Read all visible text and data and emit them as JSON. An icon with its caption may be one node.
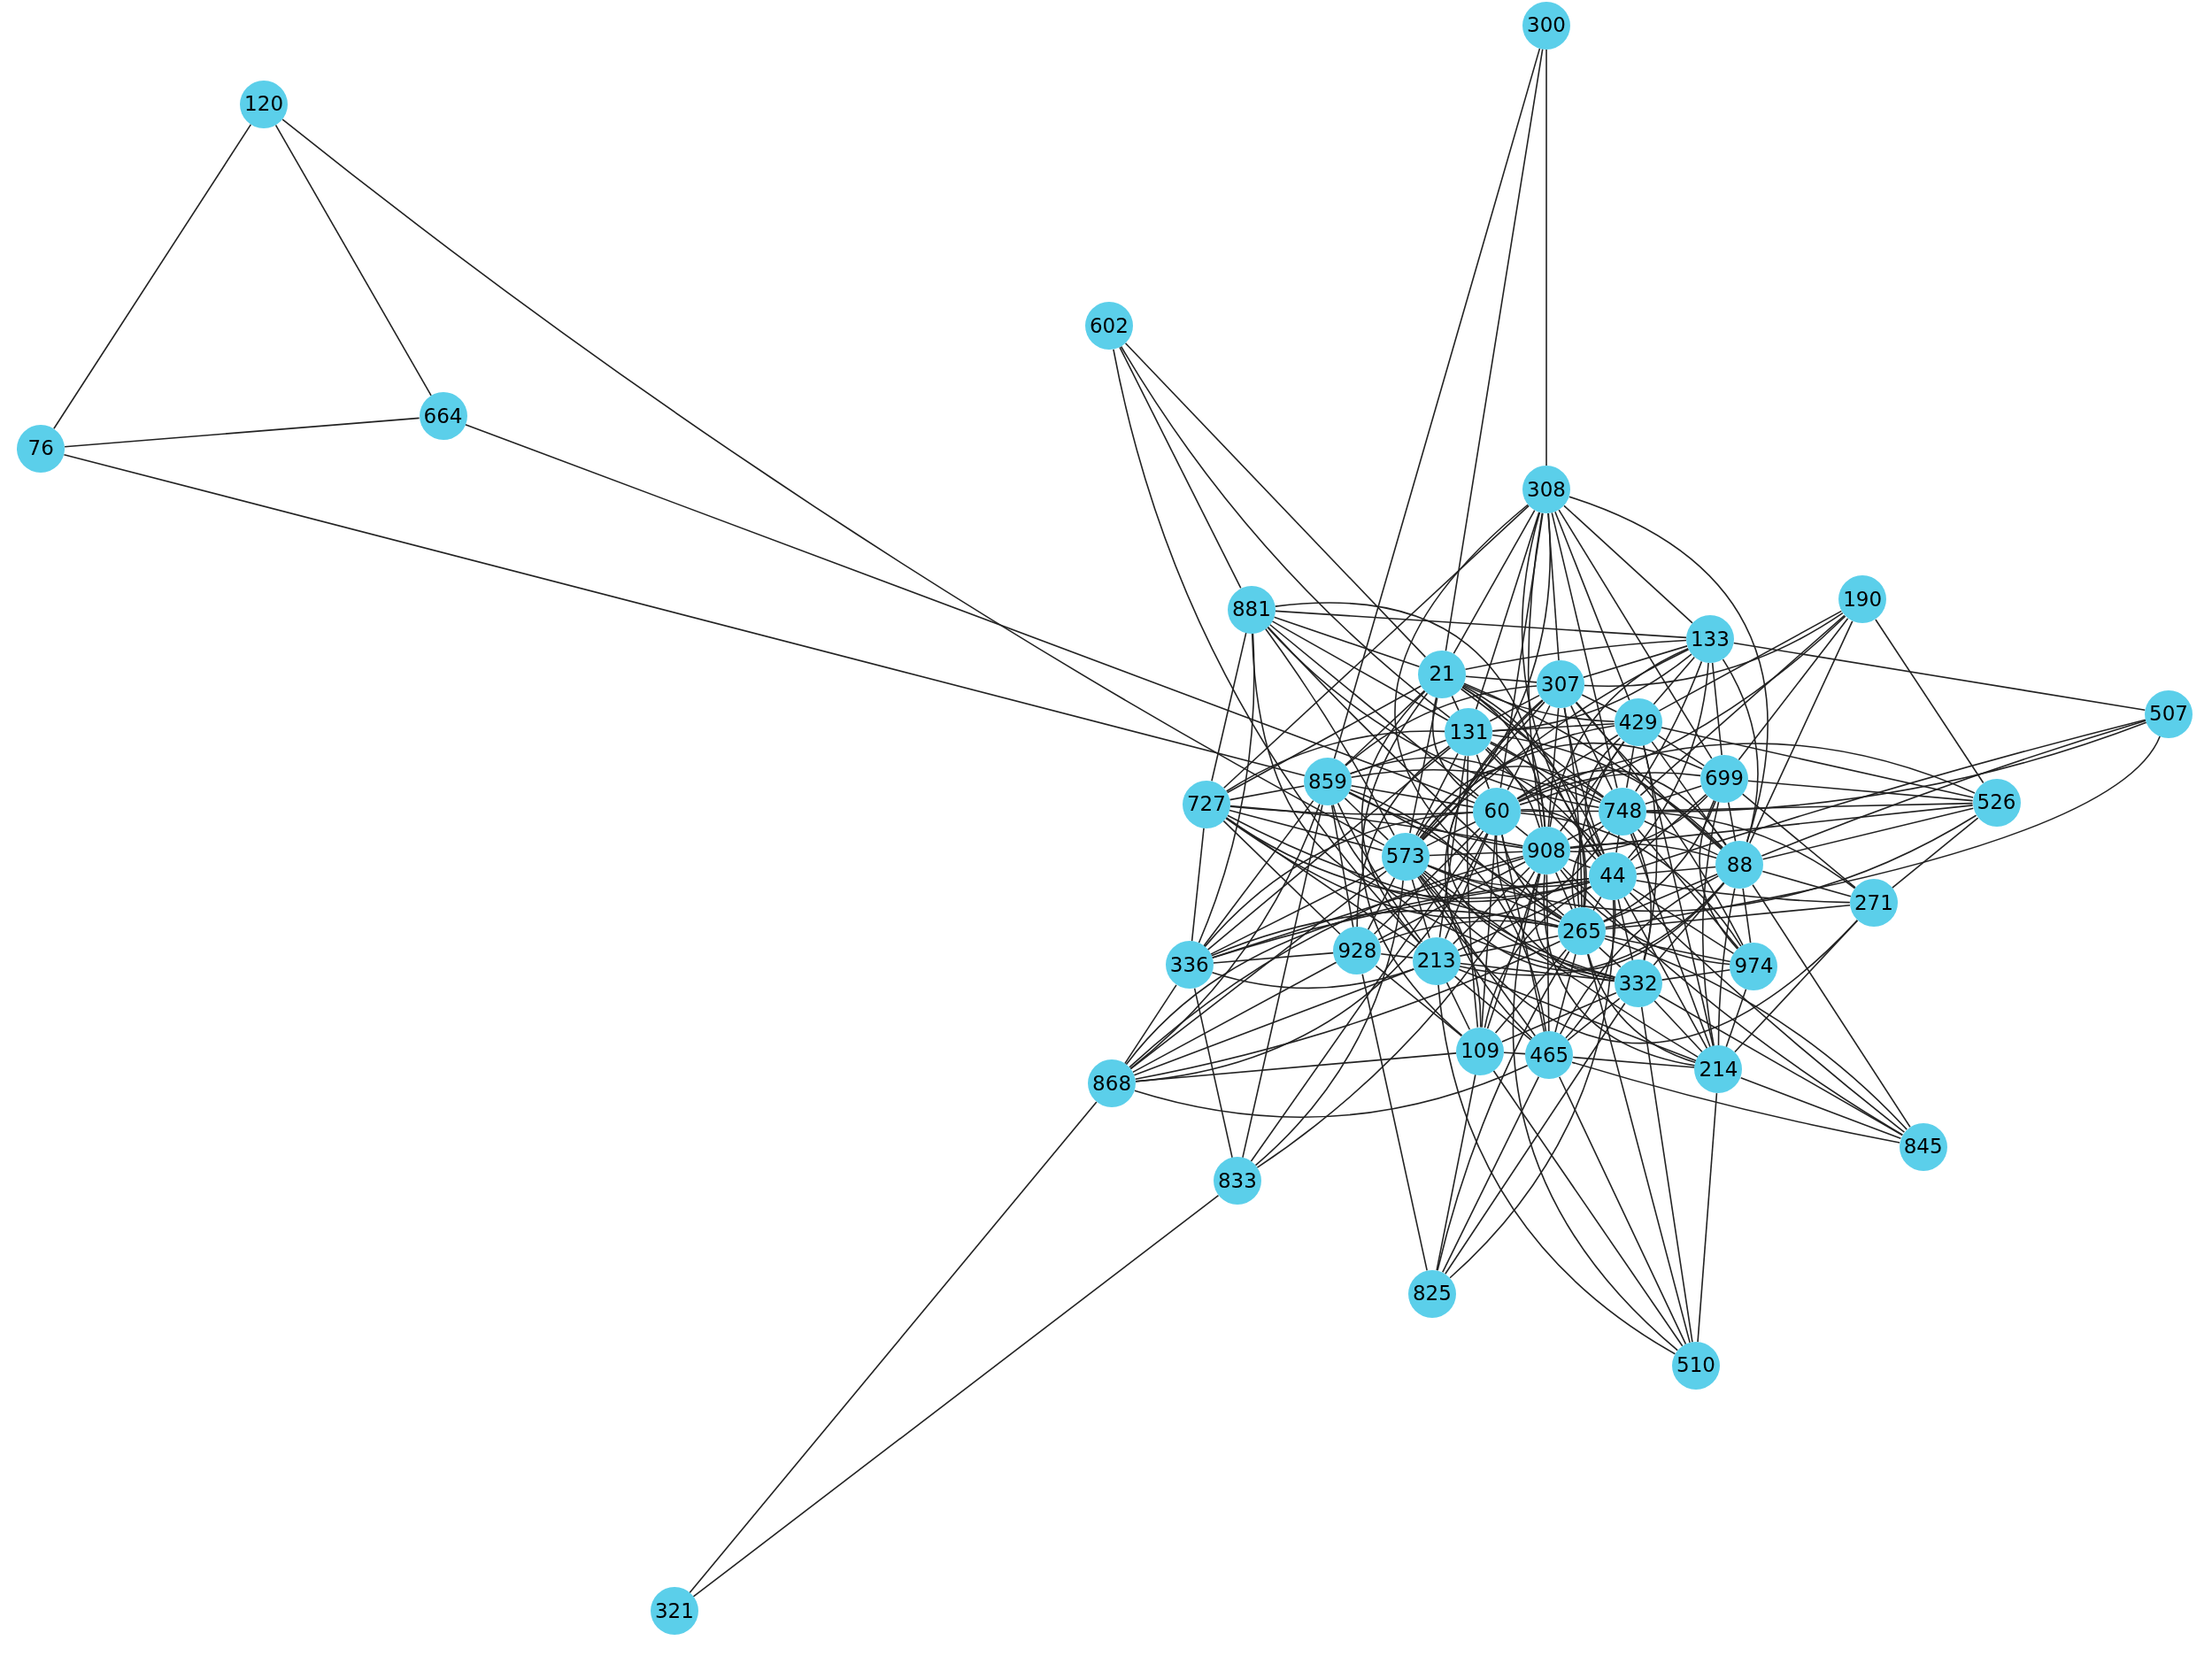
{
  "diagram": {
    "nodes": [
      {
        "text": [
          "300"
        ]
      },
      {
        "text": [
          "120"
        ]
      },
      {
        "text": [
          "602"
        ]
      },
      {
        "text": [
          "664"
        ]
      },
      {
        "text": [
          "76"
        ]
      },
      {
        "text": [
          "308"
        ]
      },
      {
        "text": [
          "190"
        ]
      },
      {
        "text": [
          "881"
        ]
      },
      {
        "text": [
          "133"
        ]
      },
      {
        "text": [
          "21"
        ]
      },
      {
        "text": [
          "307"
        ]
      },
      {
        "text": [
          "507"
        ]
      },
      {
        "text": [
          "429"
        ]
      },
      {
        "text": [
          "131"
        ]
      },
      {
        "text": [
          "699"
        ]
      },
      {
        "text": [
          "859"
        ]
      },
      {
        "text": [
          "526"
        ]
      },
      {
        "text": [
          "727"
        ]
      },
      {
        "text": [
          "60"
        ]
      },
      {
        "text": [
          "748"
        ]
      },
      {
        "text": [
          "908"
        ]
      },
      {
        "text": [
          "573"
        ]
      },
      {
        "text": [
          "88"
        ]
      },
      {
        "text": [
          "44"
        ]
      },
      {
        "text": [
          "271"
        ]
      },
      {
        "text": [
          "265"
        ]
      },
      {
        "text": [
          "928"
        ]
      },
      {
        "text": [
          "213"
        ]
      },
      {
        "text": [
          "336"
        ]
      },
      {
        "text": [
          "974"
        ]
      },
      {
        "text": [
          "332"
        ]
      },
      {
        "text": [
          "109"
        ]
      },
      {
        "text": [
          "465"
        ]
      },
      {
        "text": [
          "214"
        ]
      },
      {
        "text": [
          "868"
        ]
      },
      {
        "text": [
          "845"
        ]
      },
      {
        "text": [
          "833"
        ]
      },
      {
        "text": [
          "825"
        ]
      },
      {
        "text": [
          "510"
        ]
      },
      {
        "text": [
          "321"
        ]
      }
    ],
    "edges": [
      {
        "from": 1,
        "to": 4,
        "arrow": "none"
      },
      {
        "from": 1,
        "to": 3,
        "arrow": "none"
      },
      {
        "from": 3,
        "to": 4,
        "arrow": "none"
      },
      {
        "from": 1,
        "to": 21,
        "arrow": "none"
      },
      {
        "from": 3,
        "to": 18,
        "arrow": "none"
      },
      {
        "from": 4,
        "to": 15,
        "arrow": "none"
      },
      {
        "from": 0,
        "to": 5,
        "arrow": "none"
      },
      {
        "from": 0,
        "to": 9,
        "arrow": "none"
      },
      {
        "from": 0,
        "to": 15,
        "arrow": "none"
      },
      {
        "from": 2,
        "to": 7,
        "arrow": "none"
      },
      {
        "from": 2,
        "to": 27,
        "arrow": "none"
      },
      {
        "from": 2,
        "to": 13,
        "arrow": "none"
      },
      {
        "from": 2,
        "to": 9,
        "arrow": "none"
      },
      {
        "from": 5,
        "to": 17,
        "arrow": "none"
      },
      {
        "from": 5,
        "to": 9,
        "arrow": "none"
      },
      {
        "from": 5,
        "to": 13,
        "arrow": "none"
      },
      {
        "from": 5,
        "to": 10,
        "arrow": "none"
      },
      {
        "from": 5,
        "to": 18,
        "arrow": "none"
      },
      {
        "from": 5,
        "to": 20,
        "arrow": "none"
      },
      {
        "from": 5,
        "to": 23,
        "arrow": "none"
      },
      {
        "from": 5,
        "to": 25,
        "arrow": "none"
      },
      {
        "from": 5,
        "to": 12,
        "arrow": "none"
      },
      {
        "from": 5,
        "to": 19,
        "arrow": "none"
      },
      {
        "from": 5,
        "to": 8,
        "arrow": "none"
      },
      {
        "from": 5,
        "to": 21,
        "arrow": "none"
      },
      {
        "from": 5,
        "to": 22,
        "arrow": "none"
      },
      {
        "from": 5,
        "to": 14,
        "arrow": "none"
      },
      {
        "from": 6,
        "to": 12,
        "arrow": "none"
      },
      {
        "from": 6,
        "to": 19,
        "arrow": "none"
      },
      {
        "from": 6,
        "to": 18,
        "arrow": "none"
      },
      {
        "from": 6,
        "to": 14,
        "arrow": "none"
      },
      {
        "from": 6,
        "to": 22,
        "arrow": "none"
      },
      {
        "from": 6,
        "to": 16,
        "arrow": "none"
      },
      {
        "from": 6,
        "to": 10,
        "arrow": "none"
      },
      {
        "from": 8,
        "to": 7,
        "arrow": "none"
      },
      {
        "from": 8,
        "to": 9,
        "arrow": "none"
      },
      {
        "from": 8,
        "to": 10,
        "arrow": "none"
      },
      {
        "from": 8,
        "to": 13,
        "arrow": "none"
      },
      {
        "from": 8,
        "to": 12,
        "arrow": "none"
      },
      {
        "from": 8,
        "to": 14,
        "arrow": "none"
      },
      {
        "from": 8,
        "to": 19,
        "arrow": "none"
      },
      {
        "from": 8,
        "to": 23,
        "arrow": "none"
      },
      {
        "from": 8,
        "to": 20,
        "arrow": "none"
      },
      {
        "from": 8,
        "to": 22,
        "arrow": "none"
      },
      {
        "from": 8,
        "to": 11,
        "arrow": "none"
      },
      {
        "from": 8,
        "to": 21,
        "arrow": "none"
      },
      {
        "from": 7,
        "to": 17,
        "arrow": "none"
      },
      {
        "from": 7,
        "to": 9,
        "arrow": "none"
      },
      {
        "from": 7,
        "to": 13,
        "arrow": "none"
      },
      {
        "from": 7,
        "to": 18,
        "arrow": "none"
      },
      {
        "from": 7,
        "to": 20,
        "arrow": "none"
      },
      {
        "from": 7,
        "to": 21,
        "arrow": "none"
      },
      {
        "from": 7,
        "to": 23,
        "arrow": "none"
      },
      {
        "from": 7,
        "to": 19,
        "arrow": "none"
      },
      {
        "from": 7,
        "to": 25,
        "arrow": "none"
      },
      {
        "from": 7,
        "to": 28,
        "arrow": "none"
      },
      {
        "from": 11,
        "to": 22,
        "arrow": "none"
      },
      {
        "from": 11,
        "to": 19,
        "arrow": "none"
      },
      {
        "from": 11,
        "to": 23,
        "arrow": "none"
      },
      {
        "from": 11,
        "to": 25,
        "arrow": "none"
      },
      {
        "from": 16,
        "to": 12,
        "arrow": "none"
      },
      {
        "from": 16,
        "to": 24,
        "arrow": "none"
      },
      {
        "from": 16,
        "to": 22,
        "arrow": "none"
      },
      {
        "from": 16,
        "to": 19,
        "arrow": "none"
      },
      {
        "from": 16,
        "to": 18,
        "arrow": "none"
      },
      {
        "from": 16,
        "to": 20,
        "arrow": "none"
      },
      {
        "from": 16,
        "to": 21,
        "arrow": "none"
      },
      {
        "from": 16,
        "to": 14,
        "arrow": "none"
      },
      {
        "from": 24,
        "to": 33,
        "arrow": "none"
      },
      {
        "from": 24,
        "to": 22,
        "arrow": "none"
      },
      {
        "from": 24,
        "to": 23,
        "arrow": "none"
      },
      {
        "from": 24,
        "to": 25,
        "arrow": "none"
      },
      {
        "from": 24,
        "to": 14,
        "arrow": "none"
      },
      {
        "from": 24,
        "to": 21,
        "arrow": "none"
      },
      {
        "from": 24,
        "to": 19,
        "arrow": "none"
      },
      {
        "from": 35,
        "to": 33,
        "arrow": "none"
      },
      {
        "from": 35,
        "to": 30,
        "arrow": "none"
      },
      {
        "from": 35,
        "to": 25,
        "arrow": "none"
      },
      {
        "from": 35,
        "to": 23,
        "arrow": "none"
      },
      {
        "from": 35,
        "to": 20,
        "arrow": "none"
      },
      {
        "from": 35,
        "to": 32,
        "arrow": "none"
      },
      {
        "from": 35,
        "to": 22,
        "arrow": "none"
      },
      {
        "from": 38,
        "to": 33,
        "arrow": "none"
      },
      {
        "from": 38,
        "to": 31,
        "arrow": "none"
      },
      {
        "from": 38,
        "to": 27,
        "arrow": "none"
      },
      {
        "from": 38,
        "to": 25,
        "arrow": "none"
      },
      {
        "from": 38,
        "to": 30,
        "arrow": "none"
      },
      {
        "from": 38,
        "to": 32,
        "arrow": "none"
      },
      {
        "from": 38,
        "to": 20,
        "arrow": "none"
      },
      {
        "from": 37,
        "to": 31,
        "arrow": "none"
      },
      {
        "from": 37,
        "to": 32,
        "arrow": "none"
      },
      {
        "from": 37,
        "to": 30,
        "arrow": "none"
      },
      {
        "from": 37,
        "to": 26,
        "arrow": "none"
      },
      {
        "from": 37,
        "to": 25,
        "arrow": "none"
      },
      {
        "from": 37,
        "to": 23,
        "arrow": "none"
      },
      {
        "from": 36,
        "to": 28,
        "arrow": "none"
      },
      {
        "from": 36,
        "to": 20,
        "arrow": "none"
      },
      {
        "from": 36,
        "to": 15,
        "arrow": "none"
      },
      {
        "from": 36,
        "to": 18,
        "arrow": "none"
      },
      {
        "from": 36,
        "to": 21,
        "arrow": "none"
      },
      {
        "from": 36,
        "to": 39,
        "arrow": "none"
      },
      {
        "from": 39,
        "to": 34,
        "arrow": "none"
      },
      {
        "from": 34,
        "to": 28,
        "arrow": "none"
      },
      {
        "from": 34,
        "to": 15,
        "arrow": "none"
      },
      {
        "from": 34,
        "to": 21,
        "arrow": "none"
      },
      {
        "from": 34,
        "to": 26,
        "arrow": "none"
      },
      {
        "from": 34,
        "to": 27,
        "arrow": "none"
      },
      {
        "from": 34,
        "to": 20,
        "arrow": "none"
      },
      {
        "from": 34,
        "to": 18,
        "arrow": "none"
      },
      {
        "from": 34,
        "to": 25,
        "arrow": "none"
      },
      {
        "from": 34,
        "to": 31,
        "arrow": "none"
      },
      {
        "from": 34,
        "to": 32,
        "arrow": "none"
      },
      {
        "from": 34,
        "to": 23,
        "arrow": "none"
      },
      {
        "from": 28,
        "to": 17,
        "arrow": "none"
      },
      {
        "from": 28,
        "to": 15,
        "arrow": "none"
      },
      {
        "from": 28,
        "to": 13,
        "arrow": "none"
      },
      {
        "from": 28,
        "to": 21,
        "arrow": "none"
      },
      {
        "from": 28,
        "to": 18,
        "arrow": "none"
      },
      {
        "from": 28,
        "to": 20,
        "arrow": "none"
      },
      {
        "from": 28,
        "to": 26,
        "arrow": "none"
      },
      {
        "from": 28,
        "to": 27,
        "arrow": "none"
      },
      {
        "from": 28,
        "to": 25,
        "arrow": "none"
      },
      {
        "from": 28,
        "to": 23,
        "arrow": "none"
      },
      {
        "from": 17,
        "to": 9,
        "arrow": "none"
      },
      {
        "from": 17,
        "to": 15,
        "arrow": "none"
      },
      {
        "from": 17,
        "to": 13,
        "arrow": "none"
      },
      {
        "from": 17,
        "to": 18,
        "arrow": "none"
      },
      {
        "from": 17,
        "to": 20,
        "arrow": "none"
      },
      {
        "from": 17,
        "to": 21,
        "arrow": "none"
      },
      {
        "from": 17,
        "to": 23,
        "arrow": "none"
      },
      {
        "from": 17,
        "to": 19,
        "arrow": "none"
      },
      {
        "from": 17,
        "to": 26,
        "arrow": "none"
      },
      {
        "from": 17,
        "to": 27,
        "arrow": "none"
      },
      {
        "from": 17,
        "to": 25,
        "arrow": "none"
      },
      {
        "from": 9,
        "to": 10,
        "arrow": "none"
      },
      {
        "from": 9,
        "to": 13,
        "arrow": "none"
      },
      {
        "from": 9,
        "to": 12,
        "arrow": "none"
      },
      {
        "from": 9,
        "to": 18,
        "arrow": "none"
      },
      {
        "from": 9,
        "to": 20,
        "arrow": "none"
      },
      {
        "from": 9,
        "to": 21,
        "arrow": "none"
      },
      {
        "from": 9,
        "to": 19,
        "arrow": "none"
      },
      {
        "from": 9,
        "to": 23,
        "arrow": "none"
      },
      {
        "from": 9,
        "to": 25,
        "arrow": "none"
      },
      {
        "from": 9,
        "to": 15,
        "arrow": "none"
      },
      {
        "from": 9,
        "to": 27,
        "arrow": "none"
      },
      {
        "from": 9,
        "to": 31,
        "arrow": "none"
      },
      {
        "from": 9,
        "to": 22,
        "arrow": "none"
      },
      {
        "from": 10,
        "to": 12,
        "arrow": "none"
      },
      {
        "from": 10,
        "to": 13,
        "arrow": "none"
      },
      {
        "from": 10,
        "to": 18,
        "arrow": "none"
      },
      {
        "from": 10,
        "to": 20,
        "arrow": "none"
      },
      {
        "from": 10,
        "to": 21,
        "arrow": "none"
      },
      {
        "from": 10,
        "to": 19,
        "arrow": "none"
      },
      {
        "from": 10,
        "to": 23,
        "arrow": "none"
      },
      {
        "from": 10,
        "to": 22,
        "arrow": "none"
      },
      {
        "from": 10,
        "to": 25,
        "arrow": "none"
      },
      {
        "from": 10,
        "to": 30,
        "arrow": "none"
      },
      {
        "from": 10,
        "to": 32,
        "arrow": "none"
      },
      {
        "from": 10,
        "to": 15,
        "arrow": "none"
      },
      {
        "from": 10,
        "to": 29,
        "arrow": "none"
      },
      {
        "from": 12,
        "to": 13,
        "arrow": "none"
      },
      {
        "from": 12,
        "to": 18,
        "arrow": "none"
      },
      {
        "from": 12,
        "to": 20,
        "arrow": "none"
      },
      {
        "from": 12,
        "to": 19,
        "arrow": "none"
      },
      {
        "from": 12,
        "to": 14,
        "arrow": "none"
      },
      {
        "from": 12,
        "to": 23,
        "arrow": "none"
      },
      {
        "from": 12,
        "to": 22,
        "arrow": "none"
      },
      {
        "from": 12,
        "to": 25,
        "arrow": "none"
      },
      {
        "from": 12,
        "to": 21,
        "arrow": "none"
      },
      {
        "from": 12,
        "to": 30,
        "arrow": "none"
      },
      {
        "from": 12,
        "to": 33,
        "arrow": "none"
      },
      {
        "from": 13,
        "to": 15,
        "arrow": "none"
      },
      {
        "from": 13,
        "to": 18,
        "arrow": "none"
      },
      {
        "from": 13,
        "to": 20,
        "arrow": "none"
      },
      {
        "from": 13,
        "to": 21,
        "arrow": "none"
      },
      {
        "from": 13,
        "to": 19,
        "arrow": "none"
      },
      {
        "from": 13,
        "to": 23,
        "arrow": "none"
      },
      {
        "from": 13,
        "to": 25,
        "arrow": "none"
      },
      {
        "from": 13,
        "to": 27,
        "arrow": "none"
      },
      {
        "from": 13,
        "to": 31,
        "arrow": "none"
      },
      {
        "from": 13,
        "to": 26,
        "arrow": "none"
      },
      {
        "from": 13,
        "to": 22,
        "arrow": "none"
      },
      {
        "from": 14,
        "to": 19,
        "arrow": "none"
      },
      {
        "from": 14,
        "to": 20,
        "arrow": "none"
      },
      {
        "from": 14,
        "to": 22,
        "arrow": "none"
      },
      {
        "from": 14,
        "to": 23,
        "arrow": "none"
      },
      {
        "from": 14,
        "to": 25,
        "arrow": "none"
      },
      {
        "from": 14,
        "to": 29,
        "arrow": "none"
      },
      {
        "from": 14,
        "to": 18,
        "arrow": "none"
      },
      {
        "from": 14,
        "to": 21,
        "arrow": "none"
      },
      {
        "from": 14,
        "to": 33,
        "arrow": "none"
      },
      {
        "from": 15,
        "to": 18,
        "arrow": "none"
      },
      {
        "from": 15,
        "to": 20,
        "arrow": "none"
      },
      {
        "from": 15,
        "to": 21,
        "arrow": "none"
      },
      {
        "from": 15,
        "to": 23,
        "arrow": "none"
      },
      {
        "from": 15,
        "to": 25,
        "arrow": "none"
      },
      {
        "from": 15,
        "to": 26,
        "arrow": "none"
      },
      {
        "from": 15,
        "to": 27,
        "arrow": "none"
      },
      {
        "from": 15,
        "to": 30,
        "arrow": "none"
      },
      {
        "from": 15,
        "to": 32,
        "arrow": "none"
      },
      {
        "from": 15,
        "to": 19,
        "arrow": "none"
      },
      {
        "from": 18,
        "to": 20,
        "arrow": "none"
      },
      {
        "from": 18,
        "to": 19,
        "arrow": "none"
      },
      {
        "from": 18,
        "to": 21,
        "arrow": "none"
      },
      {
        "from": 18,
        "to": 23,
        "arrow": "none"
      },
      {
        "from": 18,
        "to": 22,
        "arrow": "none"
      },
      {
        "from": 18,
        "to": 25,
        "arrow": "none"
      },
      {
        "from": 18,
        "to": 27,
        "arrow": "none"
      },
      {
        "from": 18,
        "to": 30,
        "arrow": "none"
      },
      {
        "from": 18,
        "to": 31,
        "arrow": "none"
      },
      {
        "from": 18,
        "to": 32,
        "arrow": "none"
      },
      {
        "from": 18,
        "to": 26,
        "arrow": "none"
      },
      {
        "from": 18,
        "to": 29,
        "arrow": "none"
      },
      {
        "from": 19,
        "to": 20,
        "arrow": "none"
      },
      {
        "from": 19,
        "to": 22,
        "arrow": "none"
      },
      {
        "from": 19,
        "to": 23,
        "arrow": "none"
      },
      {
        "from": 19,
        "to": 25,
        "arrow": "none"
      },
      {
        "from": 19,
        "to": 21,
        "arrow": "none"
      },
      {
        "from": 19,
        "to": 30,
        "arrow": "none"
      },
      {
        "from": 19,
        "to": 33,
        "arrow": "none"
      },
      {
        "from": 19,
        "to": 29,
        "arrow": "none"
      },
      {
        "from": 20,
        "to": 21,
        "arrow": "none"
      },
      {
        "from": 20,
        "to": 22,
        "arrow": "none"
      },
      {
        "from": 20,
        "to": 23,
        "arrow": "none"
      },
      {
        "from": 20,
        "to": 25,
        "arrow": "none"
      },
      {
        "from": 20,
        "to": 27,
        "arrow": "none"
      },
      {
        "from": 20,
        "to": 30,
        "arrow": "none"
      },
      {
        "from": 20,
        "to": 31,
        "arrow": "none"
      },
      {
        "from": 20,
        "to": 32,
        "arrow": "none"
      },
      {
        "from": 20,
        "to": 33,
        "arrow": "none"
      },
      {
        "from": 20,
        "to": 26,
        "arrow": "none"
      },
      {
        "from": 20,
        "to": 29,
        "arrow": "none"
      },
      {
        "from": 21,
        "to": 23,
        "arrow": "none"
      },
      {
        "from": 21,
        "to": 22,
        "arrow": "none"
      },
      {
        "from": 21,
        "to": 25,
        "arrow": "none"
      },
      {
        "from": 21,
        "to": 27,
        "arrow": "none"
      },
      {
        "from": 21,
        "to": 26,
        "arrow": "none"
      },
      {
        "from": 21,
        "to": 30,
        "arrow": "none"
      },
      {
        "from": 21,
        "to": 31,
        "arrow": "none"
      },
      {
        "from": 21,
        "to": 32,
        "arrow": "none"
      },
      {
        "from": 21,
        "to": 33,
        "arrow": "none"
      },
      {
        "from": 22,
        "to": 23,
        "arrow": "none"
      },
      {
        "from": 22,
        "to": 25,
        "arrow": "none"
      },
      {
        "from": 22,
        "to": 29,
        "arrow": "none"
      },
      {
        "from": 22,
        "to": 30,
        "arrow": "none"
      },
      {
        "from": 22,
        "to": 33,
        "arrow": "none"
      },
      {
        "from": 22,
        "to": 27,
        "arrow": "none"
      },
      {
        "from": 22,
        "to": 32,
        "arrow": "none"
      },
      {
        "from": 23,
        "to": 25,
        "arrow": "none"
      },
      {
        "from": 23,
        "to": 30,
        "arrow": "none"
      },
      {
        "from": 23,
        "to": 27,
        "arrow": "none"
      },
      {
        "from": 23,
        "to": 29,
        "arrow": "none"
      },
      {
        "from": 23,
        "to": 33,
        "arrow": "none"
      },
      {
        "from": 23,
        "to": 32,
        "arrow": "none"
      },
      {
        "from": 23,
        "to": 31,
        "arrow": "none"
      },
      {
        "from": 25,
        "to": 27,
        "arrow": "none"
      },
      {
        "from": 25,
        "to": 30,
        "arrow": "none"
      },
      {
        "from": 25,
        "to": 31,
        "arrow": "none"
      },
      {
        "from": 25,
        "to": 32,
        "arrow": "none"
      },
      {
        "from": 25,
        "to": 33,
        "arrow": "none"
      },
      {
        "from": 25,
        "to": 29,
        "arrow": "none"
      },
      {
        "from": 25,
        "to": 26,
        "arrow": "none"
      },
      {
        "from": 26,
        "to": 27,
        "arrow": "none"
      },
      {
        "from": 26,
        "to": 31,
        "arrow": "none"
      },
      {
        "from": 27,
        "to": 31,
        "arrow": "none"
      },
      {
        "from": 27,
        "to": 32,
        "arrow": "none"
      },
      {
        "from": 27,
        "to": 30,
        "arrow": "none"
      },
      {
        "from": 27,
        "to": 33,
        "arrow": "none"
      },
      {
        "from": 29,
        "to": 30,
        "arrow": "none"
      },
      {
        "from": 29,
        "to": 33,
        "arrow": "none"
      },
      {
        "from": 30,
        "to": 31,
        "arrow": "none"
      },
      {
        "from": 30,
        "to": 32,
        "arrow": "none"
      },
      {
        "from": 30,
        "to": 33,
        "arrow": "none"
      },
      {
        "from": 31,
        "to": 32,
        "arrow": "none"
      },
      {
        "from": 32,
        "to": 33,
        "arrow": "none"
      }
    ]
  }
}
